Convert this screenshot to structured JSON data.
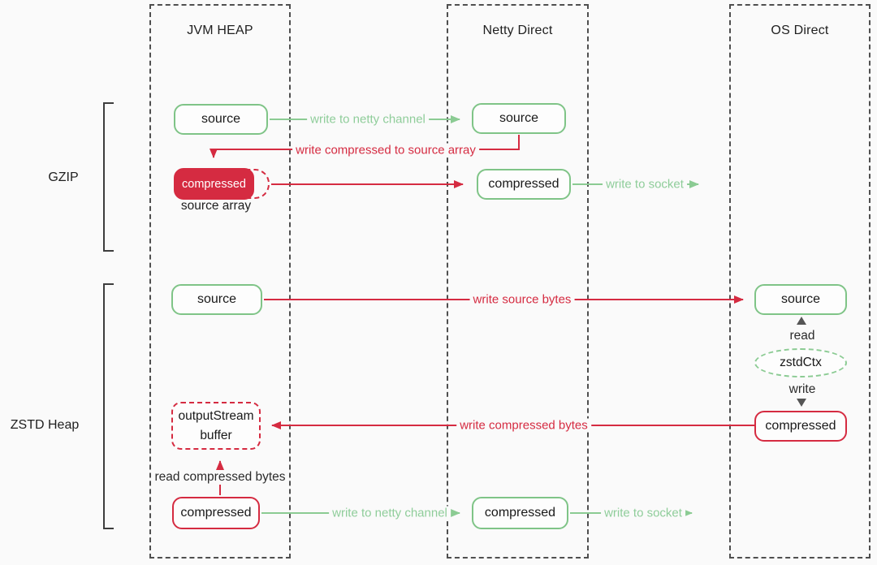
{
  "diagram": {
    "columns": [
      {
        "title": "JVM HEAP"
      },
      {
        "title": "Netty Direct"
      },
      {
        "title": "OS Direct"
      }
    ],
    "groups": [
      {
        "label": "GZIP"
      },
      {
        "label": "ZSTD Heap"
      }
    ],
    "nodes": {
      "jvm_gzip_source": "source",
      "netty_gzip_source": "source",
      "jvm_gzip_compressed": "compressed",
      "jvm_gzip_compressed_caption": "source array",
      "netty_gzip_compressed": "compressed",
      "jvm_zstd_source": "source",
      "os_zstd_source": "source",
      "zstd_ctx": "zstdCtx",
      "os_zstd_compressed": "compressed",
      "outputstream_line1": "outputStream",
      "outputstream_line2": "buffer",
      "jvm_zstd_compressed": "compressed",
      "netty_zstd_compressed": "compressed"
    },
    "flow_labels": {
      "gzip_write_to_netty_channel": "write to netty channel",
      "gzip_write_compressed_to_source_array": "write compressed to source array",
      "gzip_write_to_socket": "write to socket",
      "zstd_write_source_bytes": "write source bytes",
      "zstd_read": "read",
      "zstd_write": "write",
      "zstd_write_compressed_bytes": "write compressed bytes",
      "zstd_read_compressed_bytes": "read compressed bytes",
      "zstd_write_to_netty_channel": "write to netty channel",
      "zstd_write_to_socket": "write to socket"
    },
    "colors": {
      "red": "#d52b41",
      "green_stroke": "#8bcb93",
      "green_border": "#7fc487",
      "green_label": "#8fcd9a",
      "column_border": "#4f4f4f",
      "text": "#1f1f1f",
      "gray_arrow": "#555555"
    }
  }
}
